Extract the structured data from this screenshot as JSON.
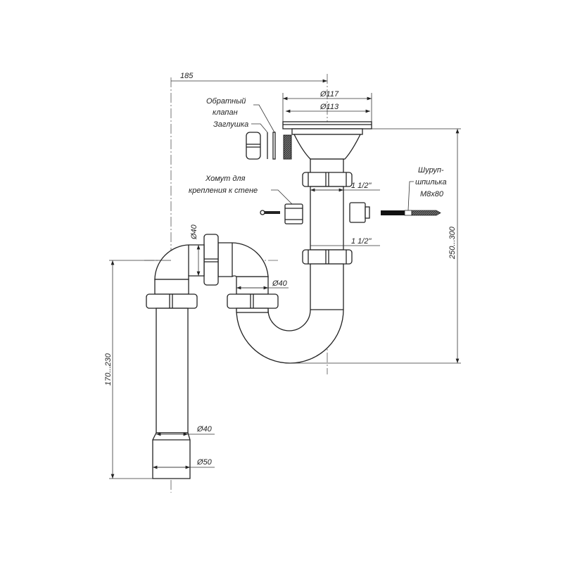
{
  "title": "Сифон для мойки — схема",
  "dimensions": {
    "offset": "185",
    "d117": "Ø117",
    "d113": "Ø113",
    "thread_upper": "1 1/2\"",
    "thread_lower": "1 1/2\"",
    "height_right": "250...300",
    "elbow_d40": "Ø40",
    "trap_d40": "Ø40",
    "outlet_d40": "Ø40",
    "outlet_d50": "Ø50",
    "height_left": "170...230"
  },
  "labels": {
    "check_valve_1": "Обратный",
    "check_valve_2": "клапан",
    "plug": "Заглушка",
    "clamp_1": "Хомут для",
    "clamp_2": "крепления к стене",
    "screw_1": "Шуруп-",
    "screw_2": "шпилька",
    "screw_3": "M8x80"
  }
}
